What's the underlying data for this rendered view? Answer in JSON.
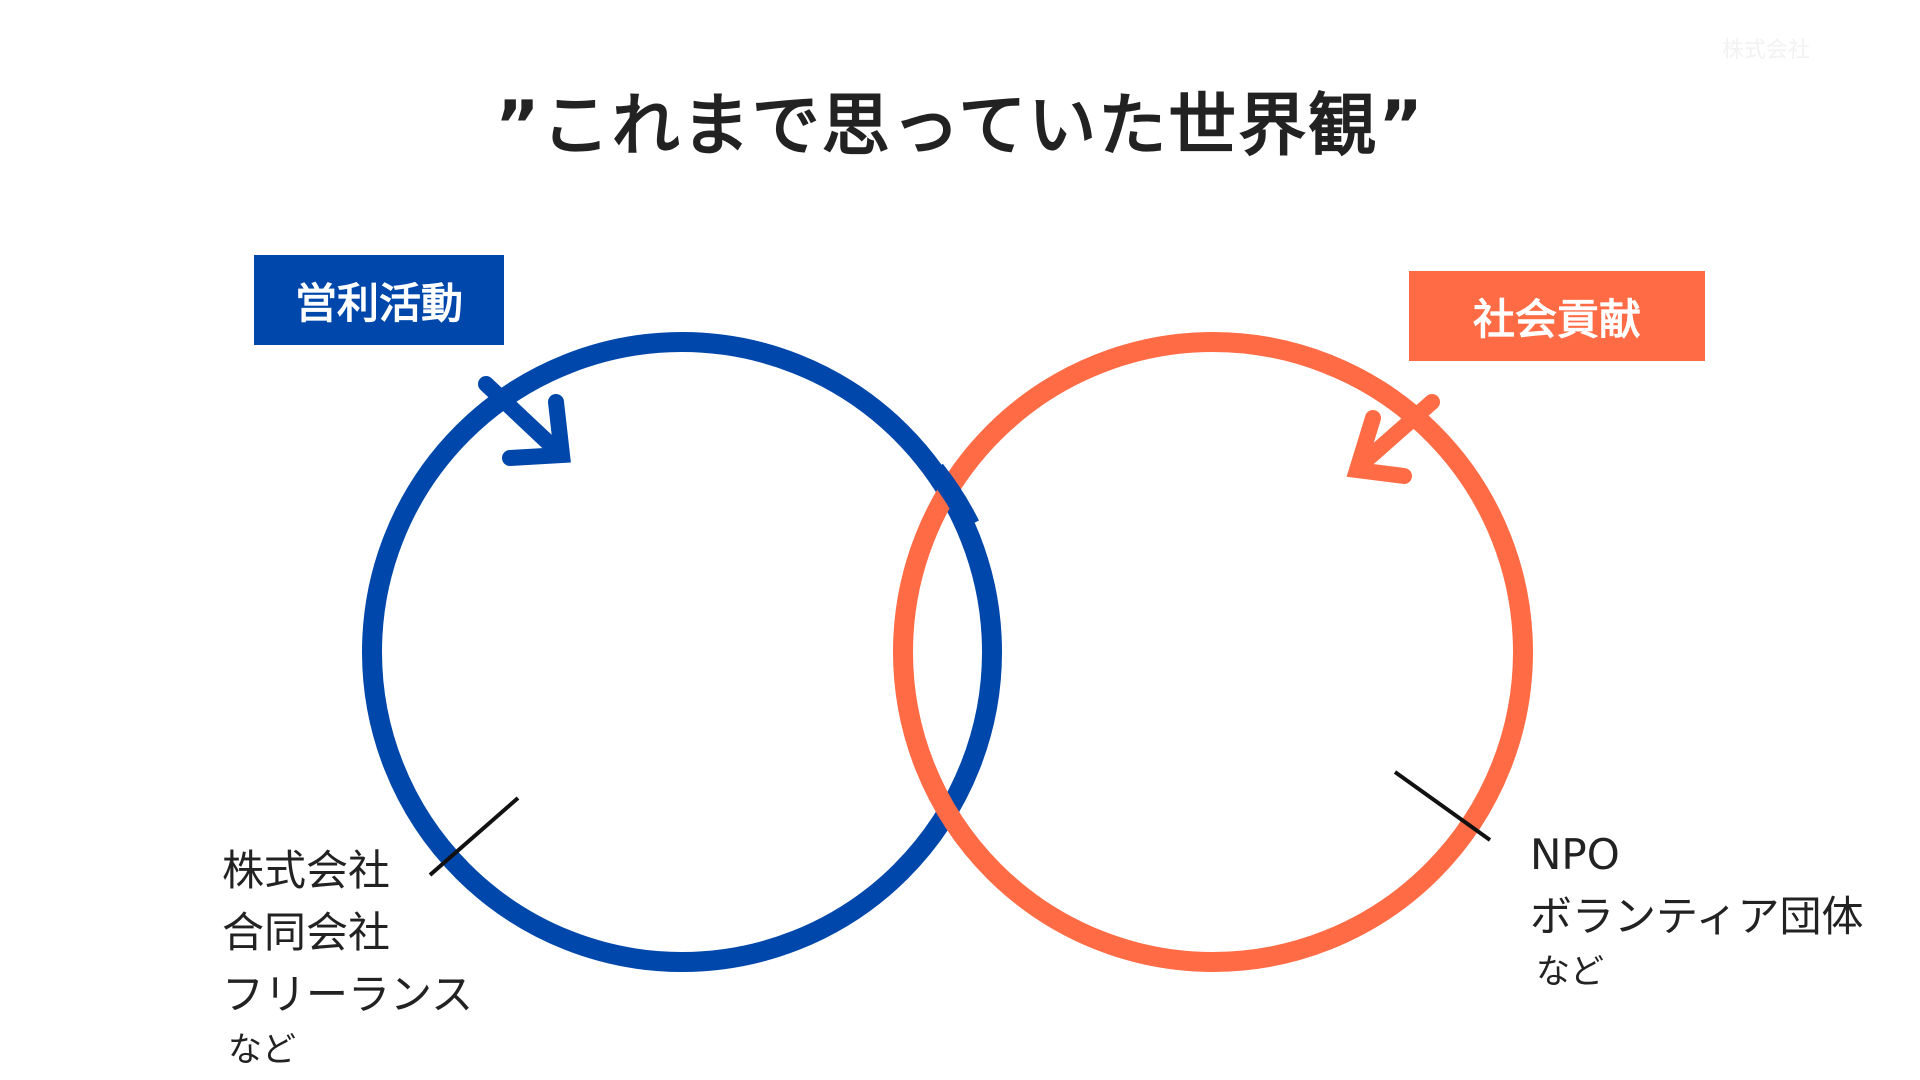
{
  "title": "”これまで思っていた世界観”",
  "watermark": "株式会社",
  "left": {
    "label": "営利活動",
    "color": "#0047AB",
    "items": [
      "株式会社",
      "合同会社",
      "フリーランス"
    ],
    "suffix": "など"
  },
  "right": {
    "label": "社会貢献",
    "color": "#FF6B45",
    "items": [
      "NPO",
      "ボランティア団体"
    ],
    "suffix": "など"
  }
}
